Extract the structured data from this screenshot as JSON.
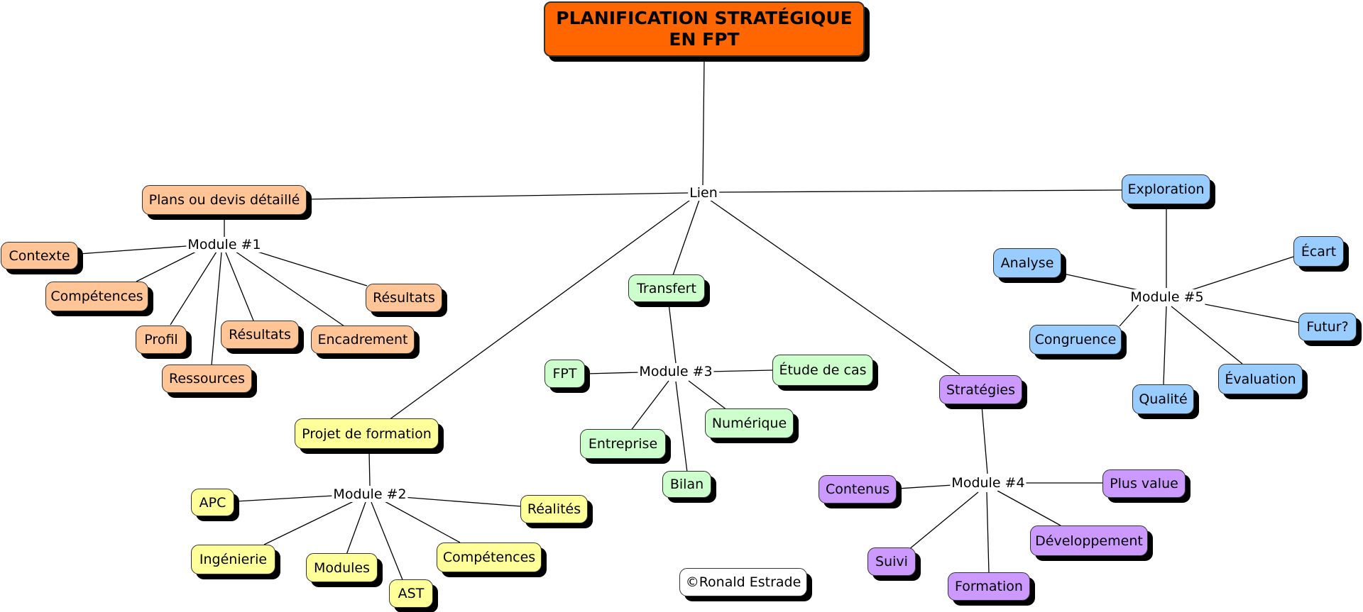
{
  "colors": {
    "title": "#ff6600",
    "orange": "#ffc596",
    "yellow": "#ffff99",
    "green": "#ccffcc",
    "purple": "#cc99ff",
    "blue": "#99ccff",
    "white": "#ffffff",
    "line": "#000000",
    "shadow": "#000000"
  },
  "nodes": {
    "title_line1": "PLANIFICATION STRATÉGIQUE",
    "title_line2": "EN FPT",
    "lien": "Lien",
    "plans": "Plans ou devis détaillé",
    "module1": "Module #1",
    "contexte": "Contexte",
    "competences1": "Compétences",
    "profil": "Profil",
    "ressources": "Ressources",
    "resultats_a": "Résultats",
    "encadrement": "Encadrement",
    "resultats_b": "Résultats",
    "projet": "Projet de formation",
    "module2": "Module #2",
    "apc": "APC",
    "ingenierie": "Ingénierie",
    "modules": "Modules",
    "ast": "AST",
    "competences2": "Compétences",
    "realites": "Réalités",
    "transfert": "Transfert",
    "module3": "Module #3",
    "fpt": "FPT",
    "etude": "Étude de cas",
    "entreprise": "Entreprise",
    "numerique": "Numérique",
    "bilan": "Bilan",
    "strategies": "Stratégies",
    "module4": "Module #4",
    "contenus": "Contenus",
    "plus_value": "Plus value",
    "developpement": "Développement",
    "suivi": "Suivi",
    "formation": "Formation",
    "exploration": "Exploration",
    "module5": "Module #5",
    "analyse": "Analyse",
    "ecart": "Écart",
    "congruence": "Congruence",
    "futur": "Futur?",
    "evaluation": "Évaluation",
    "qualite": "Qualité",
    "copyright": "©Ronald Estrade"
  }
}
